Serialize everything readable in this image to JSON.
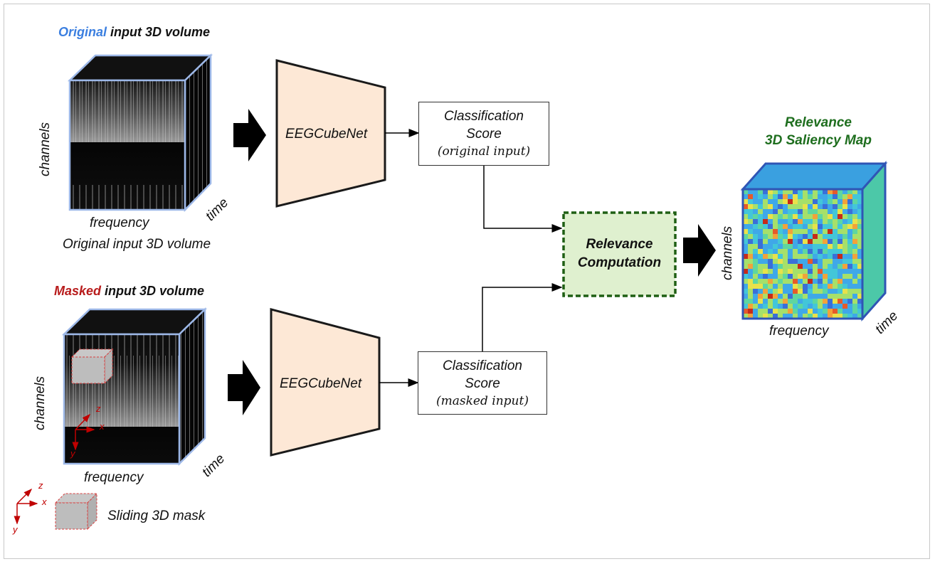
{
  "top_volume": {
    "title_emphasis": "Original",
    "title_rest": " input 3D volume",
    "axis_channels": "channels",
    "axis_frequency": "frequency",
    "axis_time": "time",
    "caption": "Original input 3D volume"
  },
  "bottom_volume": {
    "title_emphasis": "Masked",
    "title_rest": " input 3D volume",
    "axis_channels": "channels",
    "axis_frequency": "frequency",
    "axis_time": "time",
    "axis_x": "x",
    "axis_y": "y",
    "axis_z": "z"
  },
  "network_top": {
    "label": "EEGCubeNet"
  },
  "network_bottom": {
    "label": "EEGCubeNet"
  },
  "score_top": {
    "line1": "Classification",
    "line2": "Score",
    "line3": "(original input)"
  },
  "score_bottom": {
    "line1": "Classification",
    "line2": "Score",
    "line3": "(masked input)"
  },
  "relevance_box": {
    "line1": "Relevance",
    "line2": "Computation"
  },
  "saliency": {
    "title_line1": "Relevance",
    "title_line2": "3D Saliency Map",
    "axis_channels": "channels",
    "axis_frequency": "frequency",
    "axis_time": "time"
  },
  "legend": {
    "axis_x": "x",
    "axis_y": "y",
    "axis_z": "z",
    "label": "Sliding 3D mask"
  },
  "colors": {
    "original_blue": "#3b7fe0",
    "masked_red": "#b81c1c",
    "saliency_green": "#1e6e1e",
    "network_fill": "#fde8d6",
    "relevance_fill": "#dff0cf",
    "relevance_border": "#1f5f14",
    "cube_edge": "#9db8e8",
    "saliency_edge": "#2f55b5"
  }
}
